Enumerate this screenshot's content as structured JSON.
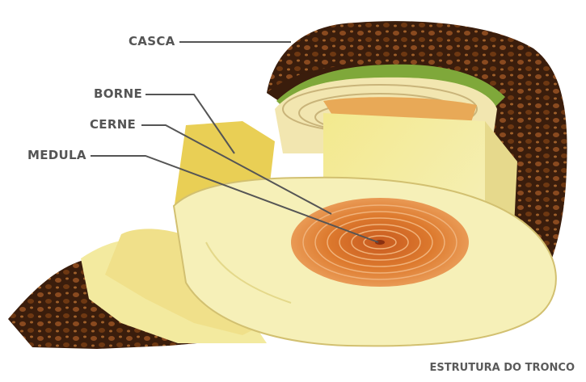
{
  "labels": {
    "casca": "CASCA",
    "borne": "BORNE",
    "cerne": "CERNE",
    "medula": "MEDULA"
  },
  "caption": "ESTRUTURA DO TRONCO",
  "colors": {
    "bark": "#3a1d0c",
    "bark_texture": "#8a4a1f",
    "sapwood": "#f2ecaa",
    "sapwood_shadow": "#e8cc55",
    "heartwood": "#dd7a2e",
    "heartwood_core": "#c85a1f",
    "cambium": "#7fa83a",
    "leader": "#555555"
  }
}
